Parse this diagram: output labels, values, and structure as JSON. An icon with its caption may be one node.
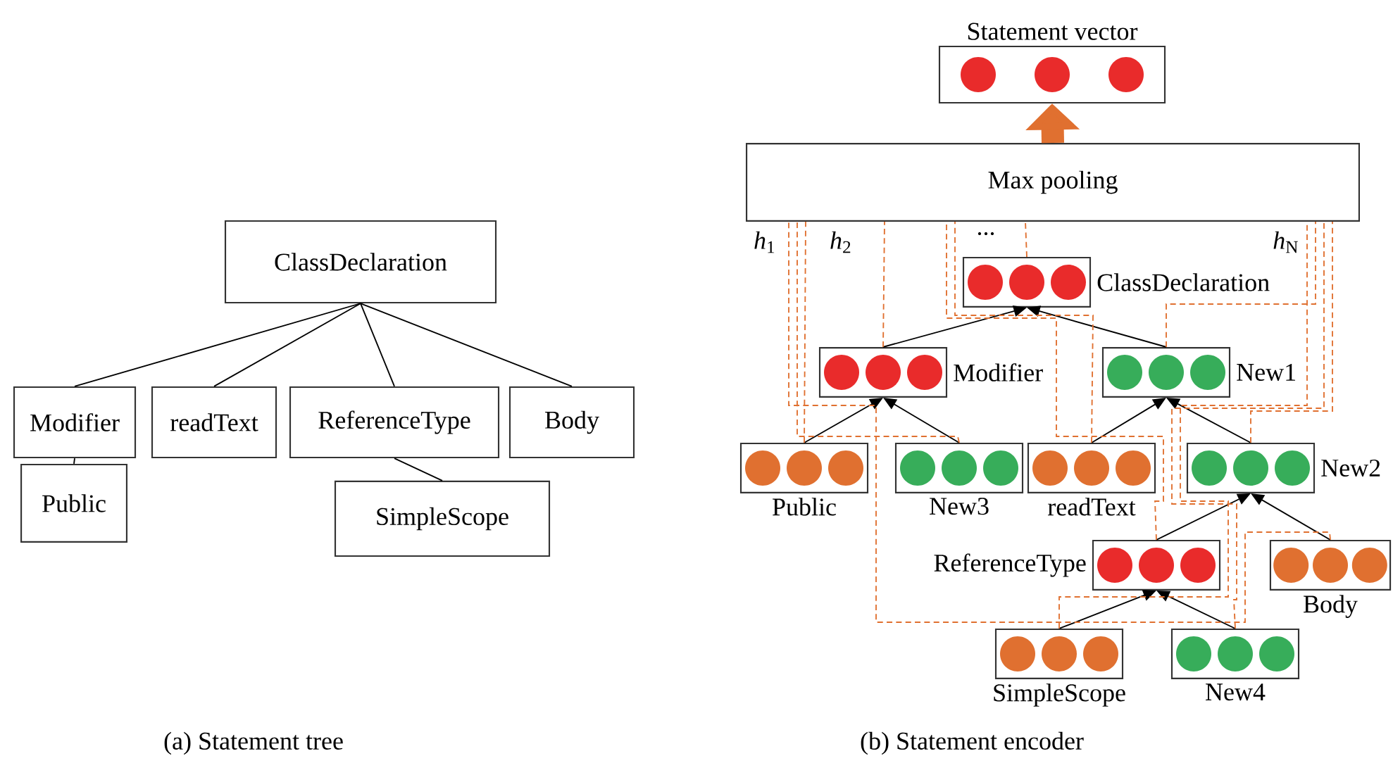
{
  "diagram": {
    "nodes": [
      {
        "text": [
          "ClassDeclaration"
        ]
      },
      {
        "text": [
          "Modifier"
        ]
      },
      {
        "text": [
          "readText"
        ]
      },
      {
        "text": [
          "ReferenceType"
        ]
      },
      {
        "text": [
          "Body"
        ]
      },
      {
        "text": [
          "Public"
        ]
      },
      {
        "text": [
          "SimpleScope"
        ]
      },
      {
        "text": [
          "Statement vector"
        ]
      },
      {
        "text": [
          "Max pooling"
        ]
      },
      {
        "text": [
          "ClassDeclaration"
        ]
      },
      {
        "text": [
          "Modifier"
        ]
      },
      {
        "text": [
          "New1"
        ]
      },
      {
        "text": [
          "Public"
        ]
      },
      {
        "text": [
          "New3"
        ]
      },
      {
        "text": [
          "readText"
        ]
      },
      {
        "text": [
          "New2"
        ]
      },
      {
        "text": [
          "ReferenceType"
        ]
      },
      {
        "text": [
          "Body"
        ]
      },
      {
        "text": [
          "SimpleScope"
        ]
      },
      {
        "text": [
          "New4"
        ]
      }
    ],
    "edges": [
      {
        "from": 0,
        "to": 1,
        "arrow": "none"
      },
      {
        "from": 0,
        "to": 2,
        "arrow": "none"
      },
      {
        "from": 0,
        "to": 3,
        "arrow": "none"
      },
      {
        "from": 0,
        "to": 4,
        "arrow": "none"
      },
      {
        "from": 1,
        "to": 5,
        "arrow": "none"
      },
      {
        "from": 3,
        "to": 6,
        "arrow": "none"
      },
      {
        "from": 8,
        "to": 7,
        "arrow": "to",
        "style": "thick",
        "color": "#e07030"
      },
      {
        "from": 10,
        "to": 9,
        "arrow": "to"
      },
      {
        "from": 11,
        "to": 9,
        "arrow": "to"
      },
      {
        "from": 12,
        "to": 10,
        "arrow": "to"
      },
      {
        "from": 13,
        "to": 10,
        "arrow": "to"
      },
      {
        "from": 14,
        "to": 11,
        "arrow": "to"
      },
      {
        "from": 15,
        "to": 11,
        "arrow": "to"
      },
      {
        "from": 16,
        "to": 15,
        "arrow": "to"
      },
      {
        "from": 17,
        "to": 15,
        "arrow": "to"
      },
      {
        "from": 18,
        "to": 16,
        "arrow": "to"
      },
      {
        "from": 19,
        "to": 16,
        "arrow": "to"
      },
      {
        "from": 12,
        "to": 8,
        "arrow": "none",
        "style": "dashed",
        "color": "#e07030"
      },
      {
        "from": 10,
        "to": 8,
        "arrow": "none",
        "style": "dashed",
        "color": "#e07030"
      },
      {
        "from": 13,
        "to": 8,
        "arrow": "none",
        "style": "dashed",
        "color": "#e07030"
      },
      {
        "from": 9,
        "to": 8,
        "arrow": "none",
        "style": "dashed",
        "color": "#e07030"
      },
      {
        "from": 18,
        "to": 8,
        "arrow": "none",
        "style": "dashed",
        "color": "#e07030"
      },
      {
        "from": 14,
        "to": 8,
        "arrow": "none",
        "style": "dashed",
        "color": "#e07030"
      },
      {
        "from": 16,
        "to": 8,
        "arrow": "none",
        "style": "dashed",
        "color": "#e07030"
      },
      {
        "from": 11,
        "to": 8,
        "arrow": "none",
        "style": "dashed",
        "color": "#e07030"
      },
      {
        "from": 19,
        "to": 8,
        "arrow": "none",
        "style": "dashed",
        "color": "#e07030"
      },
      {
        "from": 15,
        "to": 8,
        "arrow": "none",
        "style": "dashed",
        "color": "#e07030"
      },
      {
        "from": 17,
        "to": 8,
        "arrow": "none",
        "style": "dashed",
        "color": "#e07030"
      }
    ],
    "labels": [
      "*h*$_{1}$",
      "*h*$_{2}$",
      "...",
      "*h*$_{N}$",
      "(a) Statement tree",
      "(b) Statement encoder"
    ]
  }
}
